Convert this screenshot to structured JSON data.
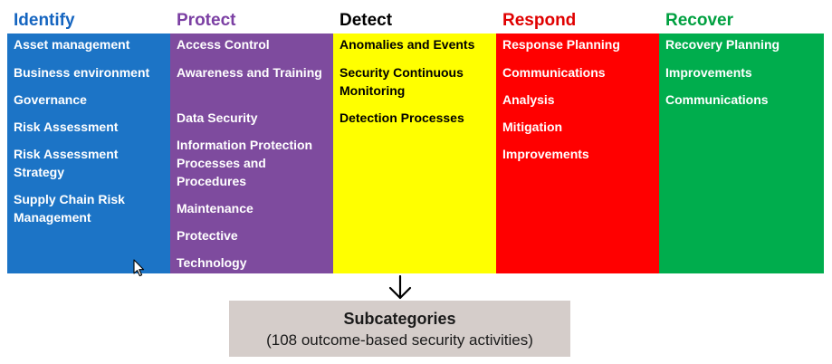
{
  "functions": [
    {
      "key": "identify",
      "title": "Identify",
      "title_color": "#1565c0",
      "body_color": "#1c74c6",
      "text_color": "#ffffff",
      "items": [
        "Asset management",
        "Business environment",
        "Governance",
        "Risk Assessment",
        "Risk Assessment Strategy",
        "Supply Chain Risk Management"
      ]
    },
    {
      "key": "protect",
      "title": "Protect",
      "title_color": "#7b3fa3",
      "body_color": "#7e4b9e",
      "text_color": "#ffffff",
      "items": [
        "Access Control",
        "Awareness and Training",
        "Data Security",
        "Information Protection Processes and Procedures",
        "Maintenance",
        "Protective",
        "Technology"
      ]
    },
    {
      "key": "detect",
      "title": "Detect",
      "title_color": "#000000",
      "body_color": "#ffff00",
      "text_color": "#000000",
      "items": [
        "Anomalies and Events",
        "Security Continuous Monitoring",
        "Detection Processes"
      ]
    },
    {
      "key": "respond",
      "title": "Respond",
      "title_color": "#e00000",
      "body_color": "#ff0000",
      "text_color": "#ffffff",
      "items": [
        "Response Planning",
        "Communications",
        "Analysis",
        "Mitigation",
        "Improvements"
      ]
    },
    {
      "key": "recover",
      "title": "Recover",
      "title_color": "#00a040",
      "body_color": "#00ad4d",
      "text_color": "#ffffff",
      "items": [
        "Recovery Planning",
        "Improvements",
        "Communications"
      ]
    }
  ],
  "subcategories": {
    "title": "Subcategories",
    "description": "(108 outcome-based security activities)"
  }
}
